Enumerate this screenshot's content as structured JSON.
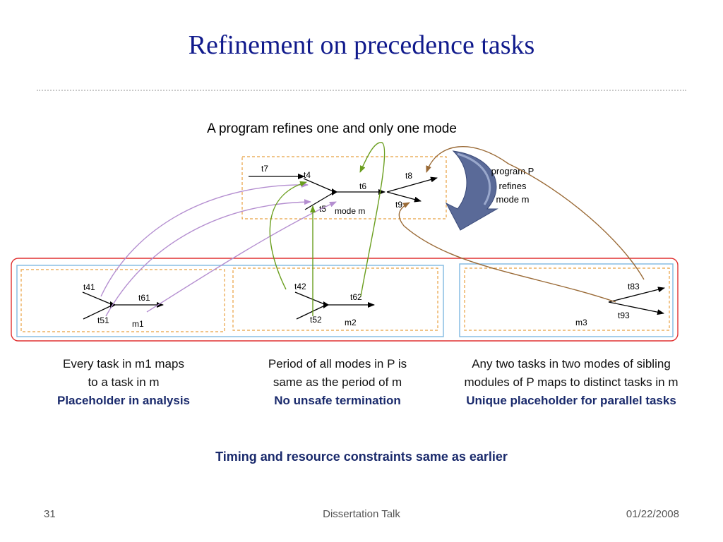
{
  "slide": {
    "title": "Refinement on precedence tasks",
    "subtitle": "A program refines one and only one mode"
  },
  "diagram": {
    "mode_m": {
      "label": "mode m",
      "tasks": [
        "t7",
        "t4",
        "t6",
        "t8",
        "t5",
        "t9"
      ]
    },
    "refinement_note": [
      "program P",
      "refines",
      "mode m"
    ],
    "modules": [
      {
        "label": "m1",
        "tasks": [
          "t41",
          "t61",
          "t51"
        ]
      },
      {
        "label": "m2",
        "tasks": [
          "t42",
          "t62",
          "t52"
        ]
      },
      {
        "label": "m3",
        "tasks": [
          "t83",
          "t93"
        ]
      }
    ],
    "colors": {
      "title": "#101a8c",
      "emphasis": "#1a2a6c",
      "mode_box": "#e8a040",
      "module_box": "#7fb8e0",
      "program_box": "#e03030",
      "m1_mapping": "#b48ed0",
      "m2_mapping": "#6a9e1e",
      "m3_mapping": "#9a6a36",
      "curved_arrow": "#5a6a98"
    }
  },
  "captions": [
    {
      "line1": "Every  task in m1 maps",
      "line2": "to a task in m",
      "emphasis": "Placeholder in analysis"
    },
    {
      "line1": "Period of all modes in P is",
      "line2": "same as the period of m",
      "emphasis": "No unsafe termination"
    },
    {
      "line1": "Any two tasks in two modes of sibling",
      "line2": "modules of P maps to distinct tasks in m",
      "emphasis": "Unique placeholder for parallel tasks"
    }
  ],
  "summary": "Timing and resource constraints same as earlier",
  "footer": {
    "page": "31",
    "center": "Dissertation Talk",
    "date": "01/22/2008"
  }
}
